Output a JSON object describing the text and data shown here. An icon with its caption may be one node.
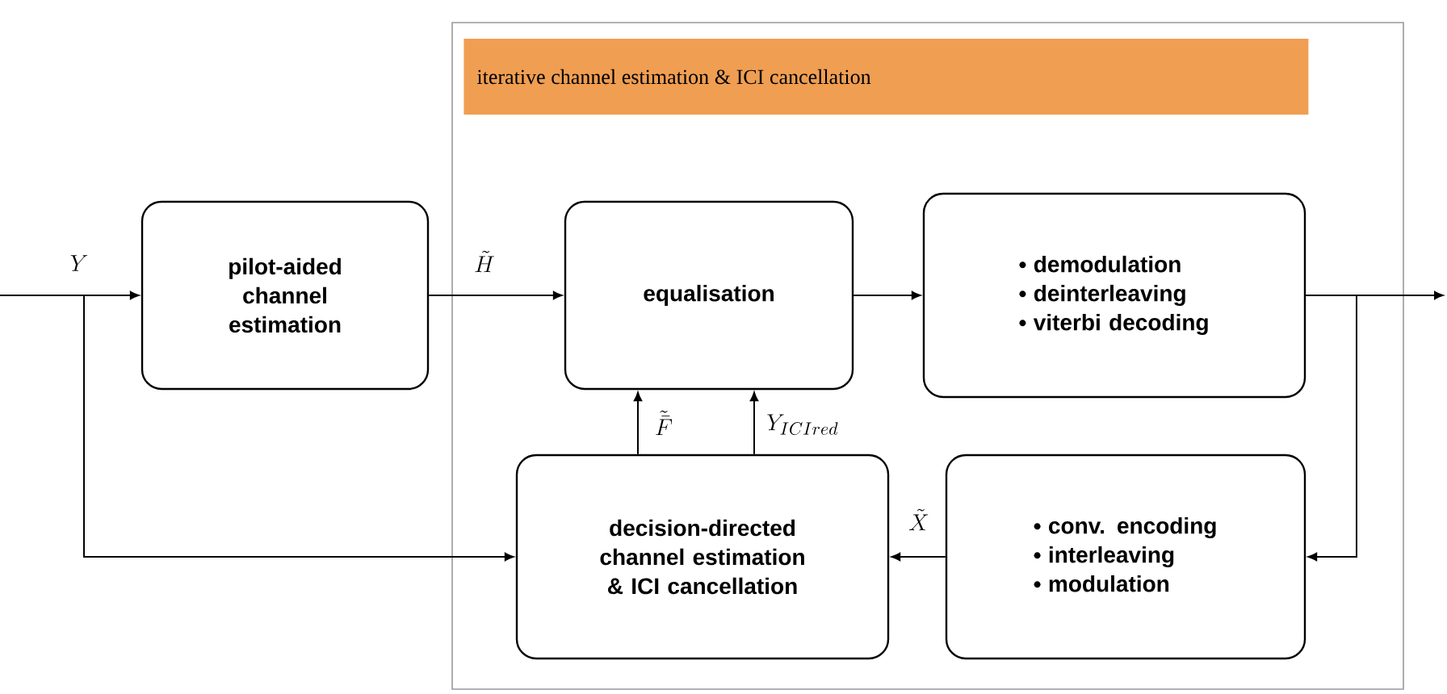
{
  "diagram": {
    "nodes": [
      {
        "text": [
          "iterative channel estimation & ICI cancellation"
        ]
      },
      {
        "text": [
          "pilot-aided channel estimation"
        ]
      },
      {
        "text": [
          "equalisation"
        ],
        "in": 0
      },
      {
        "text": [
          "demodulation",
          "deinterleaving",
          "viterbi decoding"
        ],
        "in": 0
      },
      {
        "text": [
          "decision-directed channel estimation & ICI cancellation"
        ],
        "in": 0
      },
      {
        "text": [
          "conv. encoding",
          "interleaving",
          "modulation"
        ],
        "in": 0
      }
    ],
    "edges": [
      {
        "from": null,
        "to": 1,
        "arrow": "to",
        "label": "Y"
      },
      {
        "from": null,
        "to": 4,
        "arrow": "to"
      },
      {
        "from": 1,
        "to": 2,
        "arrow": "to",
        "label": "\\tilde{H}"
      },
      {
        "from": 2,
        "to": 3,
        "arrow": "to"
      },
      {
        "from": 3,
        "to": null,
        "arrow": "to"
      },
      {
        "from": 3,
        "to": 5,
        "arrow": "to"
      },
      {
        "from": 5,
        "to": 4,
        "arrow": "to",
        "label": "\\tilde{X}"
      },
      {
        "from": 4,
        "to": 2,
        "arrow": "to",
        "label": "\\tilde{\\bar{F}}"
      },
      {
        "from": 4,
        "to": 2,
        "arrow": "to",
        "label": "Y_{ICIred}"
      }
    ]
  }
}
